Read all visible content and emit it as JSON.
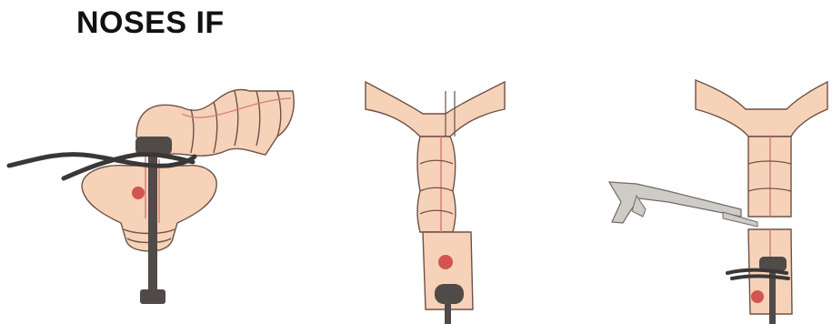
{
  "title": "NOSES IF",
  "colors": {
    "tissue": "#f6d2b8",
    "outline": "#6e5147",
    "mucosa_line": "#d6787a",
    "lesion": "#d2554f",
    "device": "#504a48",
    "ligature": "#3a3737",
    "instrument_body": "#cfcbc7",
    "instrument_outline": "#6e6a66"
  },
  "panels": [
    {
      "id": "panel-1",
      "icon": "colon-with-ligature-and-anvil"
    },
    {
      "id": "panel-2",
      "icon": "everted-rectal-stump-with-anvil"
    },
    {
      "id": "panel-3",
      "icon": "stapler-transecting-bowel"
    }
  ]
}
